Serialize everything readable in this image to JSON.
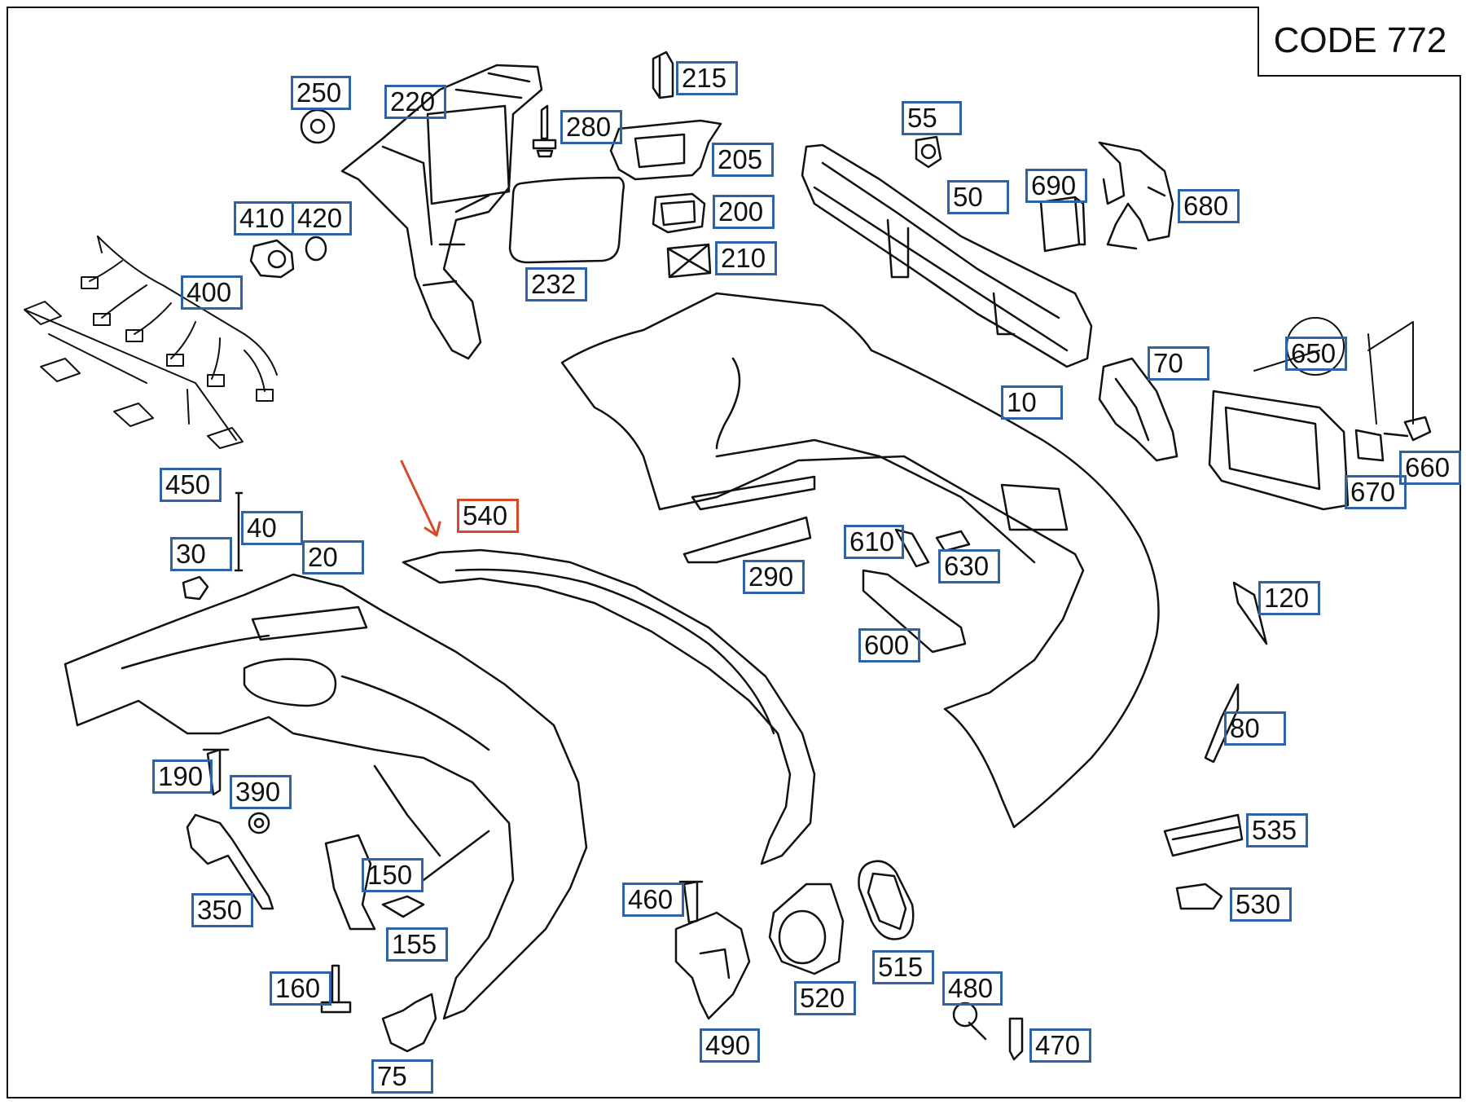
{
  "code_label": "CODE 772",
  "colors": {
    "label_border": "#2f63a6",
    "highlight_border": "#d64a2a",
    "highlight_arrow": "#d64a2a",
    "line": "#111111"
  },
  "selected_part": "540",
  "callouts": [
    {
      "id": "250"
    },
    {
      "id": "220"
    },
    {
      "id": "215"
    },
    {
      "id": "280"
    },
    {
      "id": "205"
    },
    {
      "id": "55"
    },
    {
      "id": "50"
    },
    {
      "id": "690"
    },
    {
      "id": "680"
    },
    {
      "id": "200"
    },
    {
      "id": "410"
    },
    {
      "id": "420"
    },
    {
      "id": "210"
    },
    {
      "id": "232"
    },
    {
      "id": "400"
    },
    {
      "id": "70"
    },
    {
      "id": "650"
    },
    {
      "id": "10"
    },
    {
      "id": "450"
    },
    {
      "id": "660"
    },
    {
      "id": "670"
    },
    {
      "id": "540"
    },
    {
      "id": "40"
    },
    {
      "id": "30"
    },
    {
      "id": "20"
    },
    {
      "id": "610"
    },
    {
      "id": "630"
    },
    {
      "id": "290"
    },
    {
      "id": "120"
    },
    {
      "id": "600"
    },
    {
      "id": "80"
    },
    {
      "id": "190"
    },
    {
      "id": "390"
    },
    {
      "id": "535"
    },
    {
      "id": "150"
    },
    {
      "id": "350"
    },
    {
      "id": "460"
    },
    {
      "id": "530"
    },
    {
      "id": "155"
    },
    {
      "id": "515"
    },
    {
      "id": "160"
    },
    {
      "id": "480"
    },
    {
      "id": "520"
    },
    {
      "id": "490"
    },
    {
      "id": "470"
    },
    {
      "id": "75"
    }
  ]
}
